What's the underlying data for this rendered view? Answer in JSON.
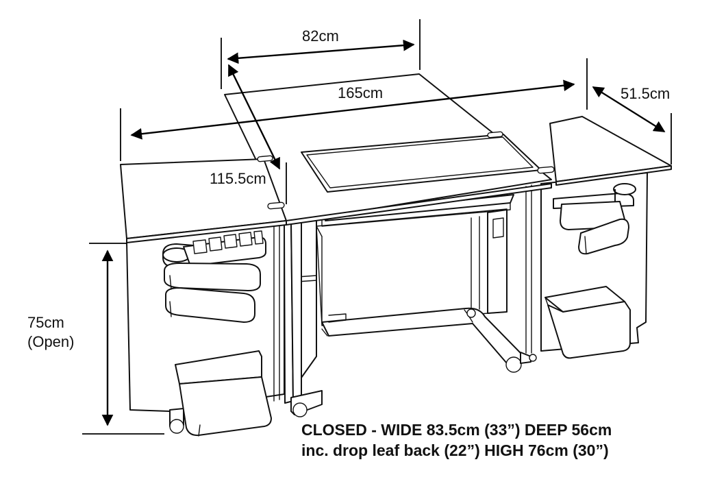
{
  "dimensions": {
    "top_leaf_width": "82cm",
    "open_width": "165cm",
    "depth": "51.5cm",
    "open_depth": "115.5cm",
    "open_height_line1": "75cm",
    "open_height_line2": "(Open)"
  },
  "closed_note": {
    "line1": "CLOSED - WIDE 83.5cm (33”) DEEP 56cm",
    "line2": "inc. drop leaf back (22”) HIGH 76cm  (30”)"
  }
}
